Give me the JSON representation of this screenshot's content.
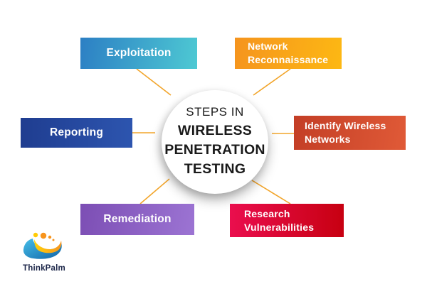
{
  "center": {
    "eyebrow": "STEPS IN",
    "title_lines": [
      "WIRELESS",
      "PENETRATION",
      "TESTING"
    ]
  },
  "nodes": [
    {
      "id": "exploitation",
      "label": "Exploitation",
      "lines": [
        "Exploitation"
      ],
      "gradient": "linear-gradient(100deg, #2C7FC4, #4EC9D3)"
    },
    {
      "id": "network-reconnaissance",
      "label": "Network Reconnaissance",
      "lines": [
        "Network",
        "Reconnaissance"
      ],
      "gradient": "linear-gradient(100deg, #F5941E, #FDB813)"
    },
    {
      "id": "reporting",
      "label": "Reporting",
      "lines": [
        "Reporting"
      ],
      "gradient": "linear-gradient(90deg, #1F3D90, #2D55AF)"
    },
    {
      "id": "identify-wireless-networks",
      "label": "Identify Wireless Networks",
      "lines": [
        "Identify Wireless",
        "Networks"
      ],
      "gradient": "linear-gradient(100deg, #C33E26, #E05A37)"
    },
    {
      "id": "remediation",
      "label": "Remediation",
      "lines": [
        "Remediation"
      ],
      "gradient": "linear-gradient(100deg, #7C4EB4, #9C74D3)"
    },
    {
      "id": "research-vulnerabilities",
      "label": "Research Vulnerabilities",
      "lines": [
        "Research",
        "Vulnerabilities"
      ],
      "gradient": "linear-gradient(90deg, #EA0E4E, #C70011)"
    }
  ],
  "logo": {
    "brand": "ThinkPalm"
  },
  "colors": {
    "connector": "#F2A52B",
    "background": "#FFFFFF",
    "center_text": "#1A1A1A",
    "box_text": "#FFFFFF",
    "logo_blue_light": "#45BEE8",
    "logo_blue_dark": "#1265A8",
    "logo_yellow": "#FFD20A",
    "logo_orange": "#F7941D",
    "logo_text": "#1C2649"
  }
}
